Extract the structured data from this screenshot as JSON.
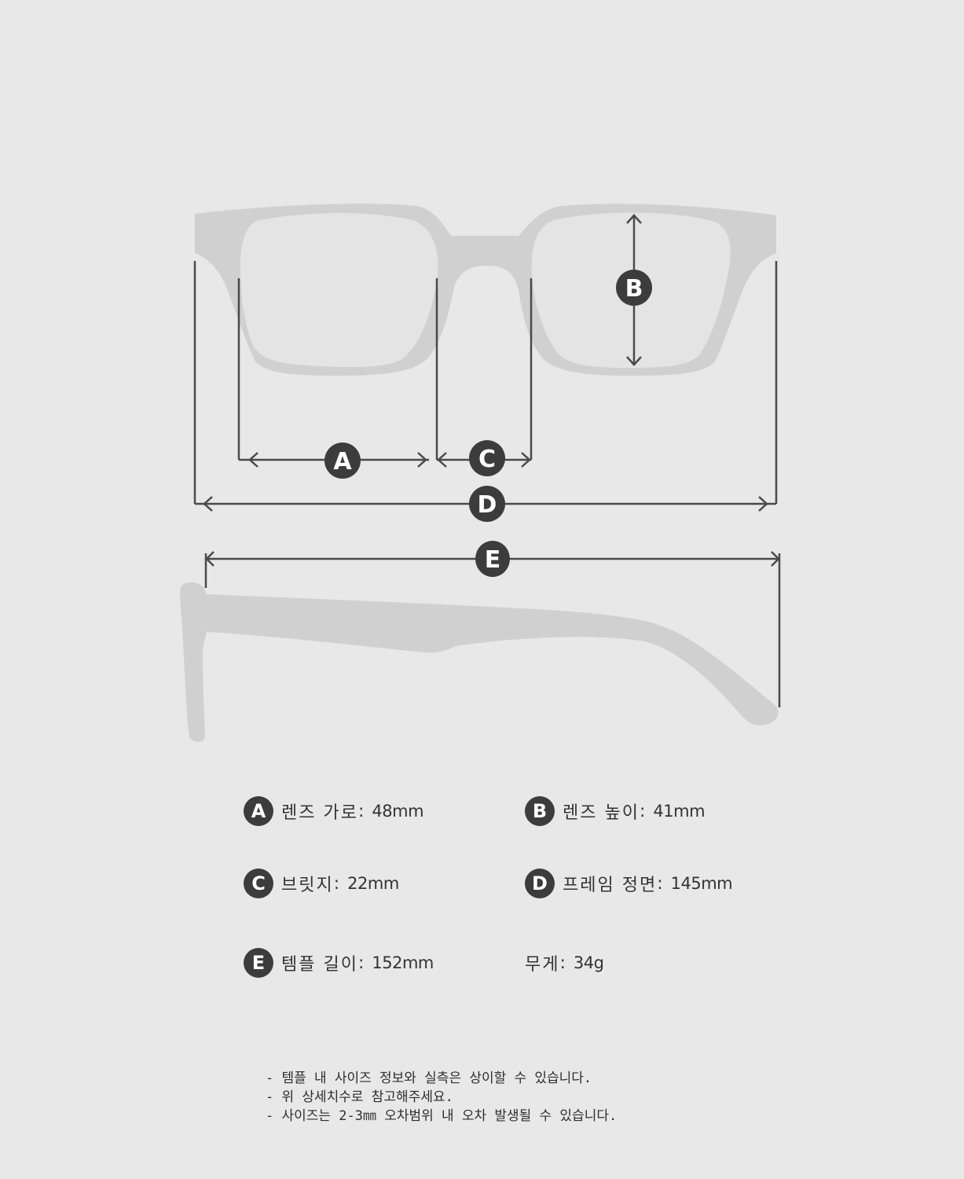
{
  "colors": {
    "background": "#e8e8e8",
    "frame": "#d0d0d0",
    "lens": "#e4e4e4",
    "line": "#4a4a4a",
    "badge": "#3c3c3c",
    "badge_text": "#ffffff"
  },
  "diagram": {
    "front_view_labels": {
      "A": "A",
      "B": "B",
      "C": "C",
      "D": "D"
    },
    "side_view_labels": {
      "E": "E"
    }
  },
  "specs": [
    {
      "key": "A",
      "label": "렌즈 가로",
      "sep": ":",
      "value": "48mm"
    },
    {
      "key": "B",
      "label": "렌즈 높이",
      "sep": ":",
      "value": "41mm"
    },
    {
      "key": "C",
      "label": "브릿지",
      "sep": ":",
      "value": "22mm"
    },
    {
      "key": "D",
      "label": "프레임 정면",
      "sep": ":",
      "value": "145mm"
    },
    {
      "key": "E",
      "label": "템플 길이",
      "sep": ":",
      "value": "152mm"
    },
    {
      "key": "",
      "label": "무게",
      "sep": ":",
      "value": "34g"
    }
  ],
  "notes": [
    "- 템플 내 사이즈 정보와 실측은 상이할 수 있습니다.",
    "- 위 상세치수로 참고해주세요.",
    "- 사이즈는 2-3㎜ 오차범위 내 오차 발생될 수 있습니다."
  ]
}
